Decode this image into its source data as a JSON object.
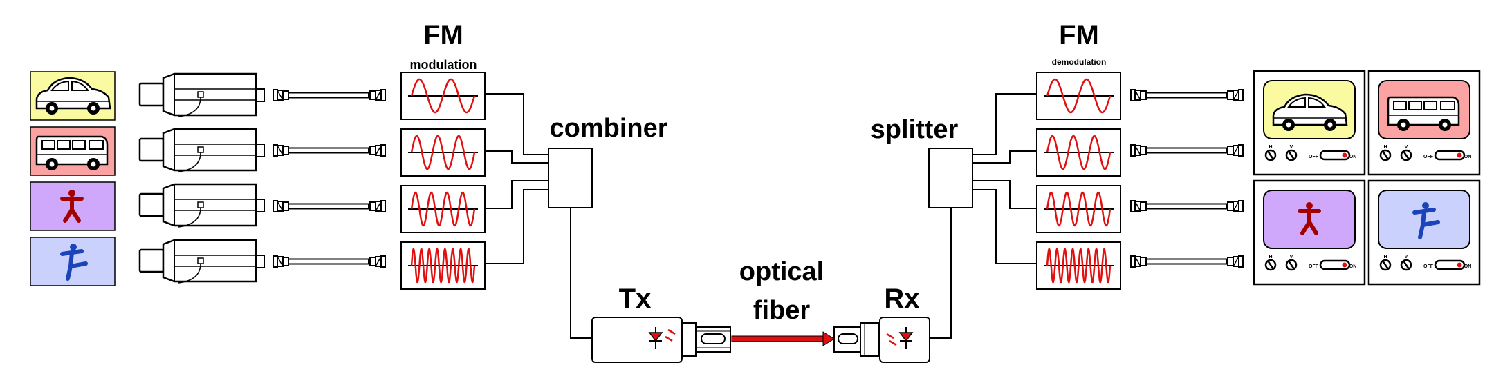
{
  "tx_side": {
    "fm_title": "FM",
    "fm_subtitle": "modulation",
    "combiner_label": "combiner",
    "tx_label": "Tx"
  },
  "link": {
    "line1": "optical",
    "line2": "fiber",
    "beam_color": "#dd1111"
  },
  "rx_side": {
    "splitter_label": "splitter",
    "fm_title": "FM",
    "fm_subtitle": "demodulation",
    "rx_label": "Rx"
  },
  "monitor": {
    "knob_a": "H",
    "knob_b": "V",
    "off": "OFF",
    "on": "ON"
  },
  "sources": [
    {
      "scene": "beetle-car",
      "bg": "#fafaa0"
    },
    {
      "scene": "van",
      "bg": "#fba3a3"
    },
    {
      "scene": "person-standing",
      "bg": "#cfa7fb"
    },
    {
      "scene": "person-kicking",
      "bg": "#c9d1fc"
    }
  ],
  "colors": {
    "wave": "#e01010",
    "stroke": "#000000",
    "figure_dark_red": "#a30000",
    "figure_blue": "#1a44b8"
  }
}
